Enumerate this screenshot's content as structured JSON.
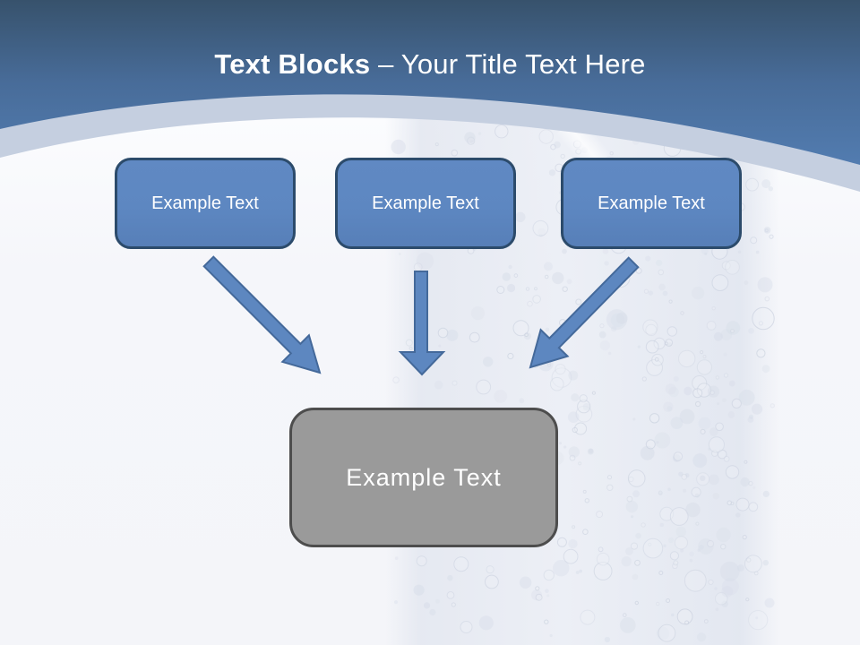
{
  "title": {
    "bold": "Text Blocks",
    "rest": "– Your Title Text Here"
  },
  "diagram": {
    "sources": [
      {
        "label": "Example Text"
      },
      {
        "label": "Example Text"
      },
      {
        "label": "Example Text"
      }
    ],
    "target": {
      "label": "Example Text"
    }
  },
  "colors": {
    "header_top": "#37526c",
    "header_mid": "#486c99",
    "header_bottom": "#527cb0",
    "curve_band": "#c5cfe0",
    "box_fill": "#5d87c1",
    "box_border": "#2c4b6b",
    "arrow_fill": "#5d87c0",
    "arrow_stroke": "#44699a",
    "target_fill": "#9a9a9a",
    "target_border": "#4d4d4d",
    "title_color": "#ffffff"
  }
}
